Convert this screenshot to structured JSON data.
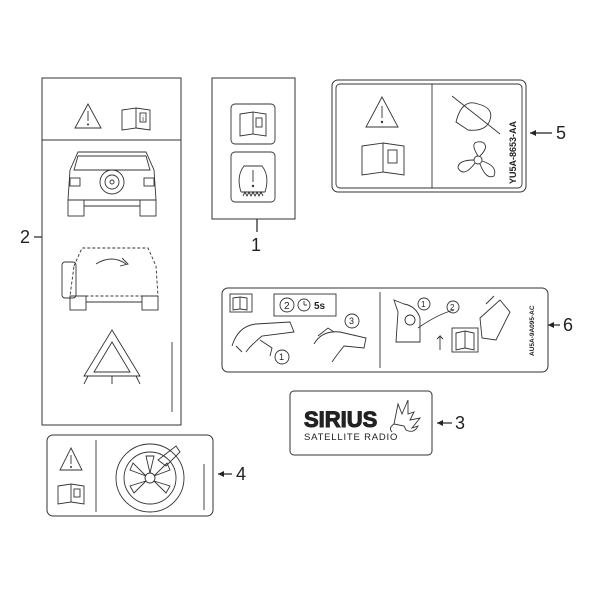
{
  "parts": [
    {
      "number": "1",
      "icons": [
        "manual-icon",
        "tire-pressure-warning-icon"
      ]
    },
    {
      "number": "2",
      "icons": [
        "warning-triangle-icon",
        "manual-icon",
        "suv-rear-view-icon",
        "spare-tire-removal-icon",
        "warning-triangle-stand-icon"
      ]
    },
    {
      "number": "3",
      "brand": "SIRIUS",
      "subtitle": "SATELLITE RADIO",
      "icons": [
        "sirius-dog-logo"
      ]
    },
    {
      "number": "4",
      "icons": [
        "warning-triangle-icon",
        "manual-icon",
        "spare-wheel-icon"
      ]
    },
    {
      "number": "5",
      "code": "YU5A-8653-AA",
      "icons": [
        "warning-triangle-icon",
        "manual-icon",
        "no-hands-icon",
        "fan-icon"
      ]
    },
    {
      "number": "6",
      "code": "AU5A-9A095-AC",
      "step_time": "5s",
      "steps": [
        "1",
        "2",
        "3"
      ],
      "steps_right": [
        "1",
        "2"
      ],
      "icons": [
        "manual-icon",
        "timer-icon",
        "fuel-nozzle-icon",
        "fuel-can-icon"
      ]
    }
  ]
}
